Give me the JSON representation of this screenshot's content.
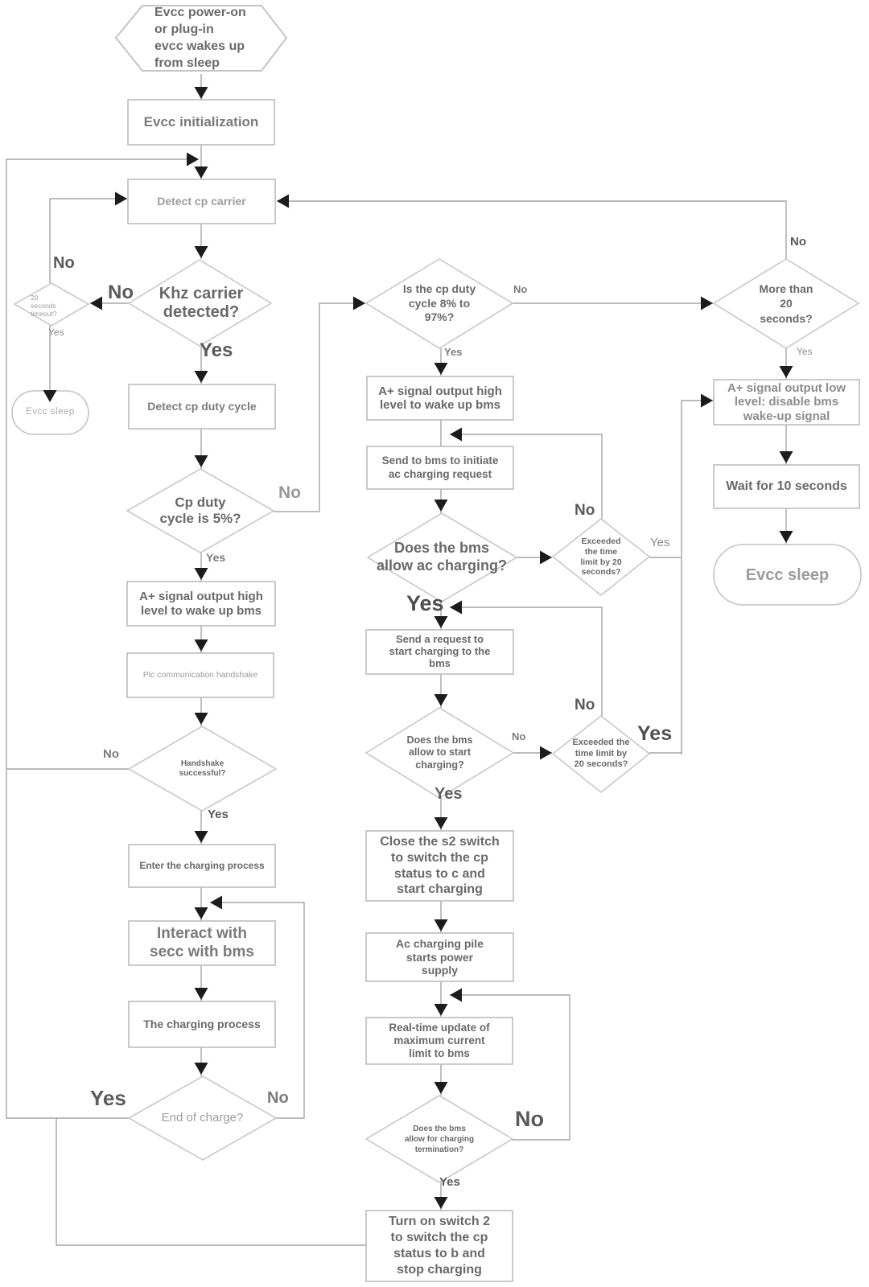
{
  "nodes": {
    "start": "Evcc power-on\nor plug-in\nevcc wakes up\nfrom sleep",
    "evcc_init": "Evcc initialization",
    "detect_cp": "Detect cp carrier",
    "khz": "Khz carrier\ndetected?",
    "timeout20": "20\nseconds\ntimeout?",
    "evcc_sleep_left": "Evcc sleep",
    "detect_duty": "Detect cp duty cycle",
    "duty5": "Cp duty\ncycle is 5%?",
    "aplus_high_left": "A+ signal output high\nlevel to wake up bms",
    "plc": "Plc communication handshake",
    "handshake": "Handshake\nsuccessful?",
    "enter": "Enter the charging process",
    "interact": "Interact with\nsecc with bms",
    "charging": "The charging process",
    "end_charge": "End of charge?",
    "duty897": "Is the cp duty\ncycle 8% to\n97%?",
    "aplus_high_mid": "A+ signal output high\nlevel to wake up bms",
    "send_initiate": "Send to bms to initiate\nac charging request",
    "allow_ac": "Does the bms\nallow ac charging?",
    "exceeded1": "Exceeded\nthe time\nlimit by 20\nseconds?",
    "send_request": "Send a request to\nstart charging to the\nbms",
    "allow_start": "Does the bms\nallow to start\ncharging?",
    "exceeded2": "Exceeded the\ntime limit by\n20 seconds?",
    "close_s2": "Close the s2 switch\nto switch the cp\nstatus to c and\nstart charging",
    "ac_pile": "Ac charging pile\nstarts power\nsupply",
    "realtime": "Real-time update of\nmaximum current\nlimit to bms",
    "allow_term": "Does the bms\nallow for charging\ntermination?",
    "turn_switch2": "Turn on switch 2\nto switch the cp\nstatus to b and\nstop charging",
    "more20": "More than\n20\nseconds?",
    "aplus_low": "A+ signal output low\nlevel: disable bms\nwake-up signal",
    "wait10": "Wait for 10 seconds",
    "evcc_sleep_right": "Evcc sleep"
  },
  "labels": {
    "yes": "Yes",
    "no": "No"
  }
}
